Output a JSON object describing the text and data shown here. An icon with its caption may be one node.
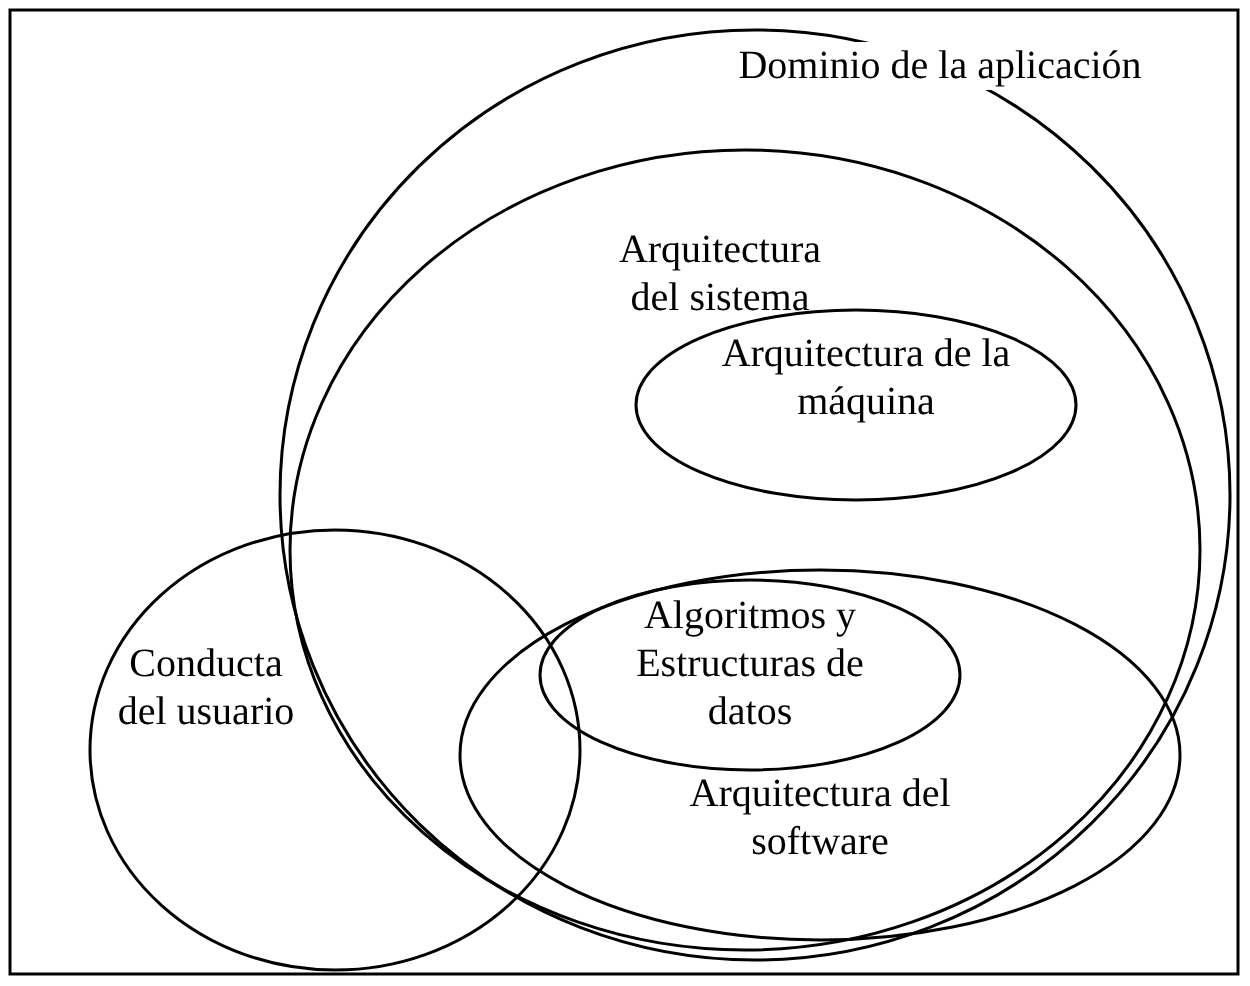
{
  "diagram": {
    "nodes": [
      {
        "text": [
          "Dominio de la aplicación"
        ]
      },
      {
        "text": [
          "Arquitectura del sistema"
        ],
        "in": 0
      },
      {
        "text": [
          "Arquitectura de la máquina"
        ],
        "in": 1
      },
      {
        "text": [
          "Arquitectura del software"
        ],
        "in": 1
      },
      {
        "text": [
          "Algoritmos y Estructuras de datos"
        ],
        "in": 3
      },
      {
        "text": [
          "Conducta del usuario"
        ]
      }
    ],
    "edges": []
  }
}
